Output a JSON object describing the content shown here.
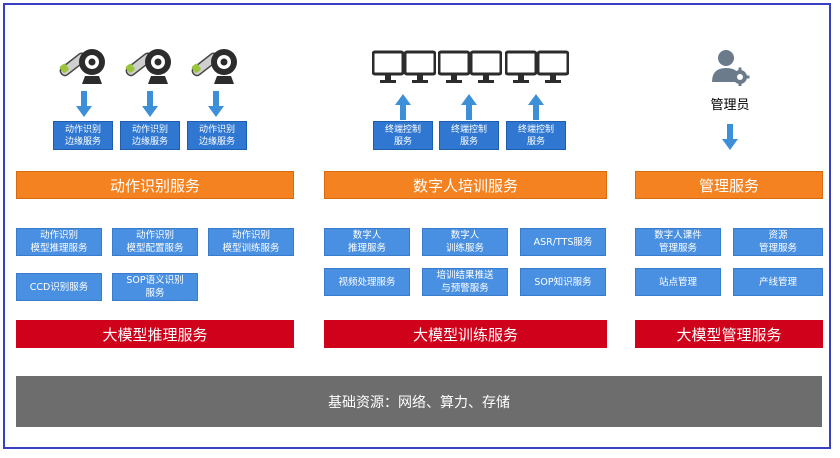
{
  "colors": {
    "frame": "#3a3ec0",
    "edge_box": "#2f77d0",
    "service_box": "#4a90e2",
    "orange_band": "#f58220",
    "red_band": "#d0021b",
    "base_band": "#6d6d6d",
    "arrow": "#3d8fd8"
  },
  "icons": {
    "camera": "webcam-icon",
    "terminal": "dual-monitor-icon",
    "admin": "admin-gear-icon",
    "down_arrow": "arrow-down-icon",
    "up_arrow": "arrow-up-icon"
  },
  "left": {
    "edge_boxes": [
      {
        "line1": "动作识别",
        "line2": "边缘服务"
      },
      {
        "line1": "动作识别",
        "line2": "边缘服务"
      },
      {
        "line1": "动作识别",
        "line2": "边缘服务"
      }
    ],
    "band_title": "动作识别服务",
    "services": [
      {
        "line1": "动作识别",
        "line2": "模型推理服务"
      },
      {
        "line1": "动作识别",
        "line2": "模型配置服务"
      },
      {
        "line1": "动作识别",
        "line2": "模型训练服务"
      },
      {
        "line1": "CCD识别服务",
        "line2": ""
      },
      {
        "line1": "SOP语义识别",
        "line2": "服务"
      }
    ],
    "bottom_title": "大模型推理服务"
  },
  "middle": {
    "edge_boxes": [
      {
        "line1": "终端控制",
        "line2": "服务"
      },
      {
        "line1": "终端控制",
        "line2": "服务"
      },
      {
        "line1": "终端控制",
        "line2": "服务"
      }
    ],
    "band_title": "数字人培训服务",
    "services": [
      {
        "line1": "数字人",
        "line2": "推理服务"
      },
      {
        "line1": "数字人",
        "line2": "训练服务"
      },
      {
        "line1": "ASR/TTS服务",
        "line2": ""
      },
      {
        "line1": "视频处理服务",
        "line2": ""
      },
      {
        "line1": "培训结果推送",
        "line2": "与预警服务"
      },
      {
        "line1": "SOP知识服务",
        "line2": ""
      }
    ],
    "bottom_title": "大模型训练服务"
  },
  "right": {
    "admin_label": "管理员",
    "band_title": "管理服务",
    "services": [
      {
        "line1": "数字人课件",
        "line2": "管理服务"
      },
      {
        "line1": "资源",
        "line2": "管理服务"
      },
      {
        "line1": "站点管理",
        "line2": ""
      },
      {
        "line1": "产线管理",
        "line2": ""
      }
    ],
    "bottom_title": "大模型管理服务"
  },
  "base": {
    "title": "基础资源：网络、算力、存储"
  }
}
